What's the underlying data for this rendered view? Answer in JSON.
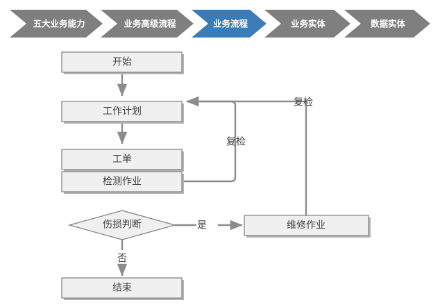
{
  "breadcrumb": {
    "active_color": "#3a7cb8",
    "inactive_color": "#7f7f7f",
    "items": [
      {
        "label": "五大业务能力",
        "active": false
      },
      {
        "label": "业务高级流程",
        "active": false
      },
      {
        "label": "业务流程",
        "active": true
      },
      {
        "label": "业务实体",
        "active": false
      },
      {
        "label": "数据实体",
        "active": false
      }
    ]
  },
  "flowchart": {
    "type": "flowchart",
    "node_fill": "#f0f0f0",
    "node_stroke": "#7f7f7f",
    "edge_color": "#8c8c8c",
    "nodes": [
      {
        "id": "start",
        "label": "开始",
        "shape": "rect"
      },
      {
        "id": "workplan",
        "label": "工作计划",
        "shape": "rect"
      },
      {
        "id": "workorder",
        "label": "工单",
        "shape": "rect"
      },
      {
        "id": "inspection",
        "label": "检测作业",
        "shape": "rect"
      },
      {
        "id": "decision",
        "label": "伤损判断",
        "shape": "diamond"
      },
      {
        "id": "repair",
        "label": "维修作业",
        "shape": "rect"
      },
      {
        "id": "end",
        "label": "结束",
        "shape": "rect"
      }
    ],
    "edge_labels": {
      "yes": "是",
      "no": "否",
      "recheck_inner": "复检",
      "recheck_outer": "复检"
    },
    "edges": [
      {
        "from": "start",
        "to": "workplan",
        "label": ""
      },
      {
        "from": "workplan",
        "to": "workorder",
        "label": ""
      },
      {
        "from": "workorder",
        "to": "inspection",
        "label": ""
      },
      {
        "from": "inspection",
        "to": "decision",
        "label": ""
      },
      {
        "from": "inspection",
        "to": "workplan",
        "label": "复检"
      },
      {
        "from": "decision",
        "to": "repair",
        "label": "是"
      },
      {
        "from": "decision",
        "to": "end",
        "label": "否"
      },
      {
        "from": "repair",
        "to": "workplan",
        "label": "复检"
      }
    ]
  }
}
